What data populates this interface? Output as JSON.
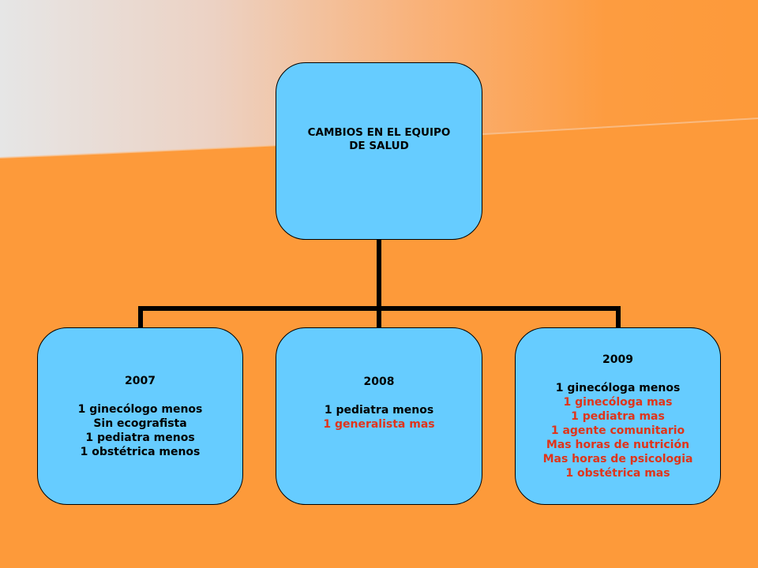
{
  "colors": {
    "background": "#fd9a3a",
    "node_fill": "#66ccff",
    "connector": "#000000",
    "added_item_text": "#e0341a"
  },
  "root": {
    "title_line1": "CAMBIOS EN EL EQUIPO",
    "title_line2": "DE SALUD"
  },
  "children": [
    {
      "year": "2007",
      "items": [
        {
          "text": "1 ginecólogo menos",
          "color": "black"
        },
        {
          "text": "Sin ecografista",
          "color": "black"
        },
        {
          "text": "1 pediatra menos",
          "color": "black"
        },
        {
          "text": "1 obstétrica menos",
          "color": "black"
        }
      ]
    },
    {
      "year": "2008",
      "items": [
        {
          "text": "1 pediatra menos",
          "color": "black"
        },
        {
          "text": "1 generalista mas",
          "color": "red"
        }
      ]
    },
    {
      "year": "2009",
      "items": [
        {
          "text": "1 ginecóloga menos",
          "color": "black"
        },
        {
          "text": "1 ginecóloga mas",
          "color": "red"
        },
        {
          "text": "1 pediatra mas",
          "color": "red"
        },
        {
          "text": "1 agente comunitario",
          "color": "red"
        },
        {
          "text": "Mas horas de nutrición",
          "color": "red"
        },
        {
          "text": "Mas horas de psicologia",
          "color": "red"
        },
        {
          "text": "1 obstétrica mas",
          "color": "red"
        }
      ]
    }
  ]
}
